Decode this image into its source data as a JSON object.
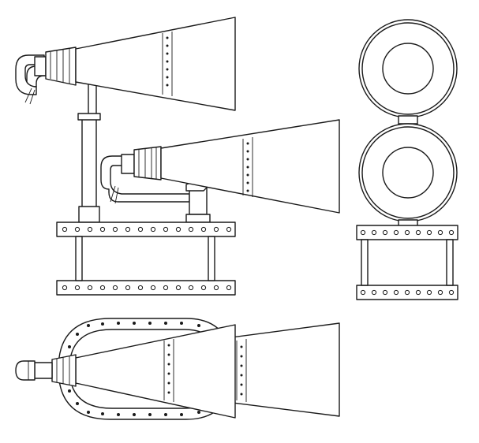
{
  "drawing": {
    "views": [
      {
        "id": "side-elevation",
        "parts": [
          "upper-horn",
          "lower-horn",
          "vertical-pipe",
          "framed-stand"
        ]
      },
      {
        "id": "front-elevation",
        "parts": [
          "upper-horn-mouth",
          "lower-horn-mouth",
          "framed-stand"
        ]
      },
      {
        "id": "plan-view",
        "parts": [
          "back-horn",
          "front-horn",
          "oval-riveted-frame"
        ]
      }
    ],
    "line_color": "#1a1a1a",
    "background": "#ffffff"
  }
}
